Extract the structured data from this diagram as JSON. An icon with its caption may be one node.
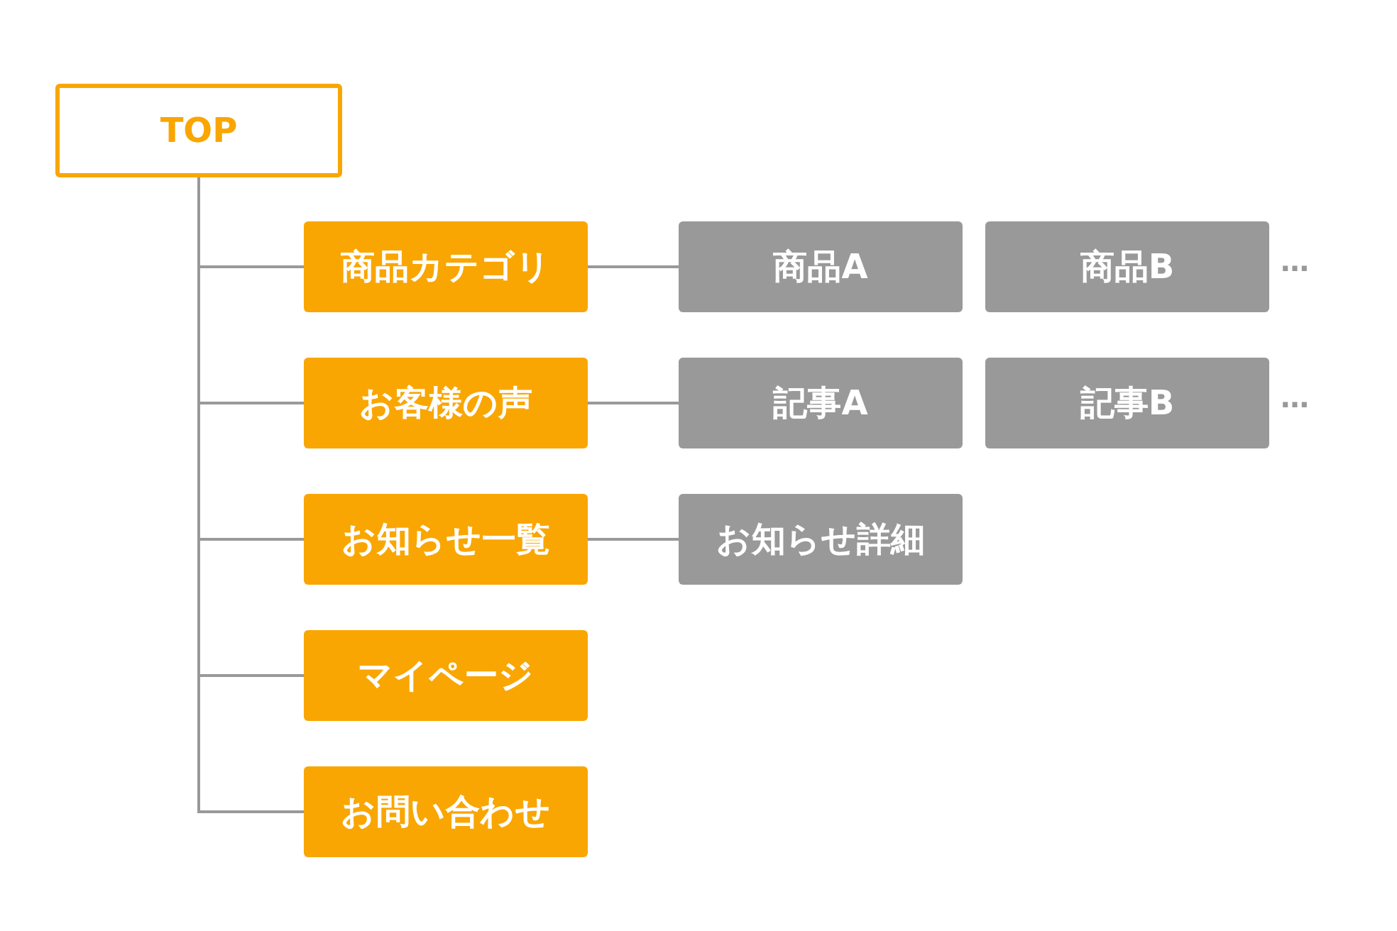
{
  "diagram": {
    "nodes": [
      {
        "text": [
          "TOP"
        ]
      },
      {
        "text": [
          "商品カテゴリ"
        ]
      },
      {
        "text": [
          "商品A"
        ]
      },
      {
        "text": [
          "商品B"
        ]
      },
      {
        "text": [
          "お客様の声"
        ]
      },
      {
        "text": [
          "記事A"
        ]
      },
      {
        "text": [
          "記事B"
        ]
      },
      {
        "text": [
          "お知らせ一覧"
        ]
      },
      {
        "text": [
          "お知らせ詳細"
        ]
      },
      {
        "text": [
          "マイページ"
        ]
      },
      {
        "text": [
          "お問い合わせ"
        ]
      }
    ],
    "edges": [
      {
        "from": 0,
        "to": 1,
        "arrow": "none"
      },
      {
        "from": 0,
        "to": 4,
        "arrow": "none"
      },
      {
        "from": 0,
        "to": 7,
        "arrow": "none"
      },
      {
        "from": 0,
        "to": 9,
        "arrow": "none"
      },
      {
        "from": 0,
        "to": 10,
        "arrow": "none"
      },
      {
        "from": 1,
        "to": 2,
        "arrow": "none"
      },
      {
        "from": 4,
        "to": 5,
        "arrow": "none"
      },
      {
        "from": 7,
        "to": 8,
        "arrow": "none"
      }
    ],
    "labels": [
      "…",
      "…"
    ]
  }
}
